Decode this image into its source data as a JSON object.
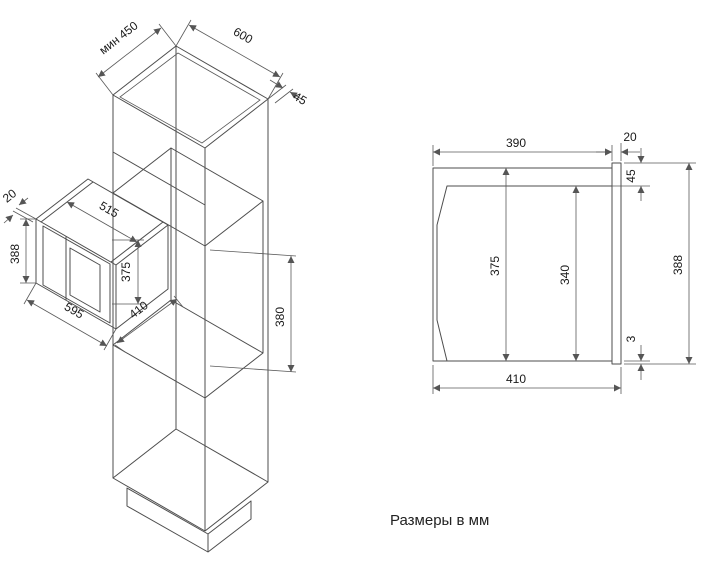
{
  "caption": "Размеры в мм",
  "iso": {
    "min_depth": "мин 450",
    "width_600": "600",
    "offset_45": "45",
    "lip_20": "20",
    "body_width_515": "515",
    "front_height_388": "388",
    "body_height_375": "375",
    "front_width_595": "595",
    "depth_410": "410",
    "niche_height_380": "380"
  },
  "section": {
    "depth_390": "390",
    "frame_20": "20",
    "top_45": "45",
    "niche_height_375": "375",
    "body_height_340": "340",
    "frame_height_388": "388",
    "gap_3": "3",
    "depth_410": "410"
  }
}
